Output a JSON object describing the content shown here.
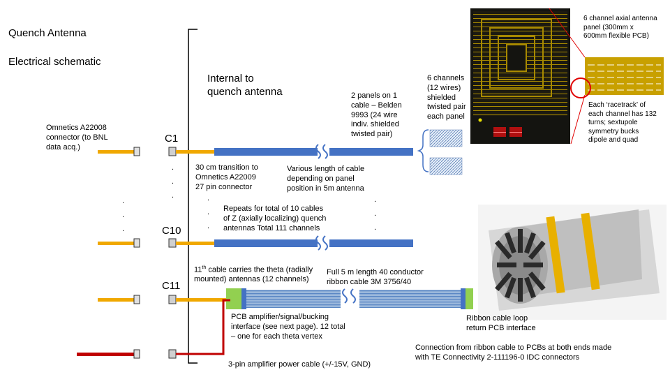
{
  "title": {
    "line1": "Quench Antenna",
    "line2": "Electrical schematic"
  },
  "labels": {
    "internal": "Internal to\nquench antenna",
    "omnetics_a22008": "Omnetics A22008\nconnector (to BNL\ndata acq.)",
    "c1": "C1",
    "c10": "C10",
    "c11": "C11",
    "transition": "30 cm transition to\nOmnetics A22009\n27 pin connector",
    "various_length": "Various length of cable\ndepending on panel\nposition in 5m antenna",
    "repeats": "Repeats for total of 10 cables\nof Z (axially localizing) quench\nantennas Total 111 channels",
    "two_panels": "2 panels on 1\ncable – Belden\n9993 (24 wire\nindiv. shielded\ntwisted pair)",
    "six_channels": "6 channels\n(12 wires)\nshielded\ntwisted pair\neach panel",
    "panel_desc": "6 channel axial antenna\npanel (300mm x\n600mm flexible PCB)",
    "racetrack": "Each ‘racetrack’ of\neach channel has 132\nturns; sextupole\nsymmetry bucks\ndipole and quad",
    "theta_cable_pre": "11",
    "theta_cable_sup": "th",
    "theta_cable_post": " cable carries the theta (radially\nmounted) antennas (12 channels)",
    "full_ribbon": "Full 5 m length 40 conductor\nribbon cable 3M 3756/40",
    "pcb_amp": "PCB amplifier/signal/bucking\ninterface (see next page). 12 total\n– one for each theta vertex",
    "ribbon_loop": "Ribbon cable loop\nreturn PCB interface",
    "power_cable": "3-pin amplifier power cable (+/-15V, GND)",
    "connection": "Connection from ribbon cable to PCBs at both ends made\nwith TE Connectivity 2-111196-0 IDC connectors",
    "dot": "."
  },
  "colors": {
    "cable_blue": "#4472c4",
    "cable_orange": "#f0a800",
    "power_red": "#c00000",
    "pcb_green": "#92d050",
    "panel_gold": "#c8a000",
    "highlight_red": "#e00000"
  }
}
